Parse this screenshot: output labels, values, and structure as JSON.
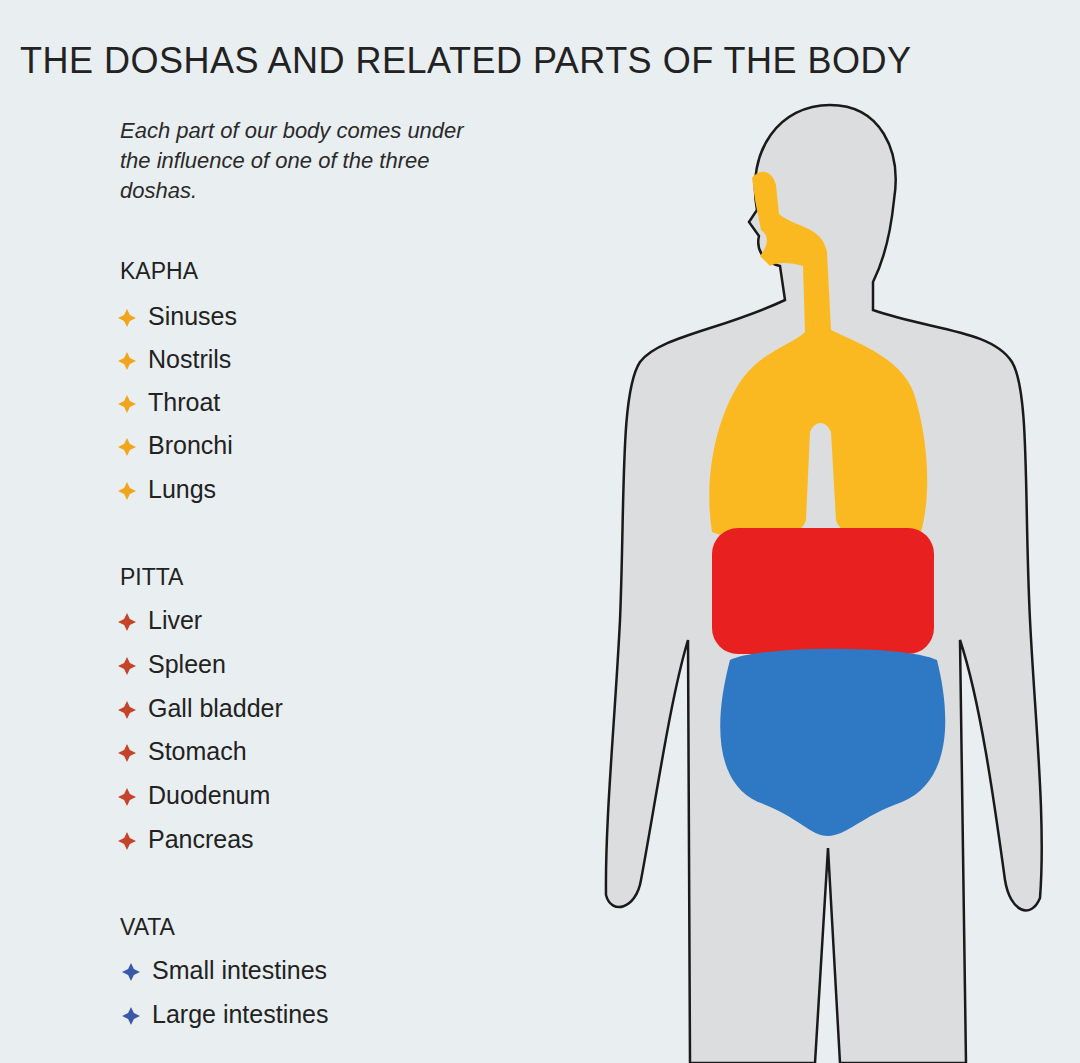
{
  "diagram": {
    "title": "THE DOSHAS AND RELATED PARTS OF THE BODY",
    "labels": [
      "Each part of our body comes under the influence of one of the three doshas.",
      "KAPHA",
      "Sinuses",
      "Nostrils",
      "Throat",
      "Bronchi",
      "Lungs",
      "PITTA",
      "Liver",
      "Spleen",
      "Gall bladder",
      "Stomach",
      "Duodenum",
      "Pancreas",
      "VATA",
      "Small intestines",
      "Large intestines"
    ]
  }
}
